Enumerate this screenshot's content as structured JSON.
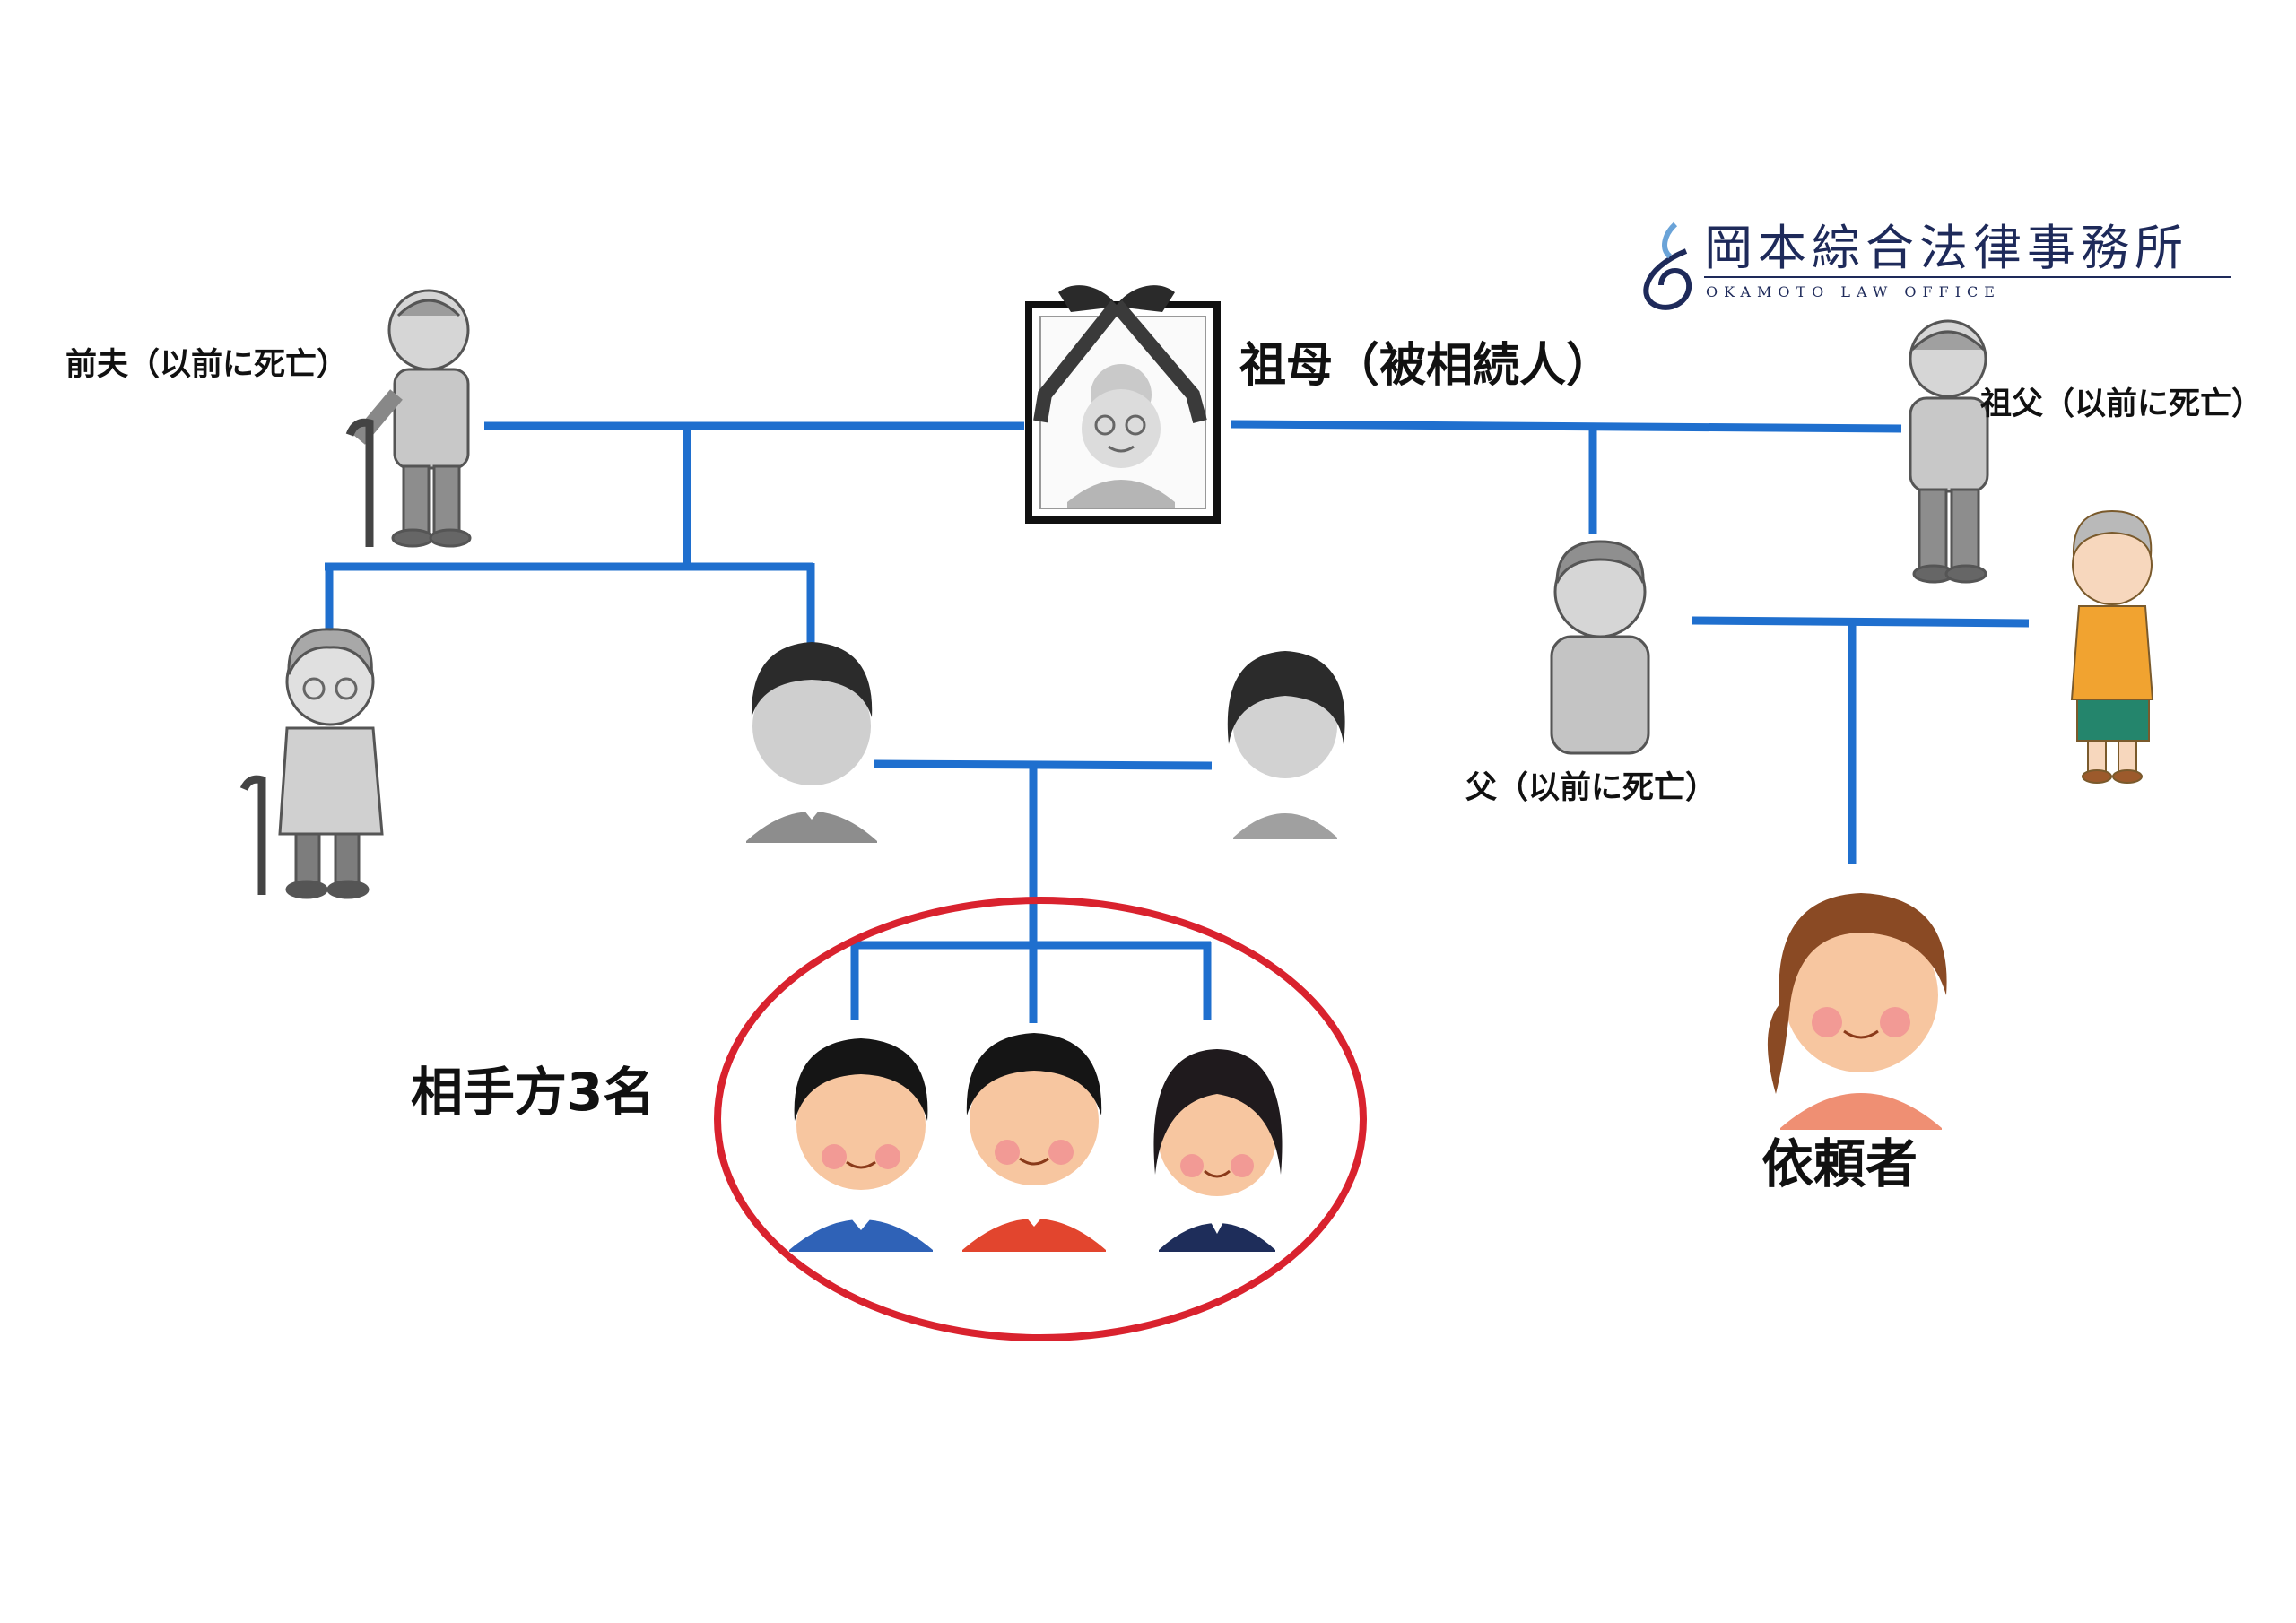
{
  "logo": {
    "name_jp": "岡本綜合法律事務所",
    "name_en": "OKAMOTO LAW OFFICE",
    "color": "#1e2a5a"
  },
  "colors": {
    "line": "#1f6fce",
    "circle": "#d9222e",
    "deceased_gray": "#a6a6a6"
  },
  "labels": {
    "grandmother": "祖母（被相続人）",
    "former_husband": "前夫（以前に死亡）",
    "grandfather": "祖父（以前に死亡）",
    "father": "父（以前に死亡）",
    "opponents": "相手方3名",
    "client": "依頼者"
  },
  "figures": [
    {
      "role": "grandmother-portrait-icon"
    },
    {
      "role": "former-husband-icon"
    },
    {
      "role": "grandfather-icon"
    },
    {
      "role": "elderly-woman-cane-icon"
    },
    {
      "role": "son-icon"
    },
    {
      "role": "son-wife-icon"
    },
    {
      "role": "father-icon"
    },
    {
      "role": "mother-icon"
    },
    {
      "role": "opponent-boy-1-icon"
    },
    {
      "role": "opponent-boy-2-icon"
    },
    {
      "role": "opponent-girl-icon"
    },
    {
      "role": "client-icon"
    }
  ]
}
